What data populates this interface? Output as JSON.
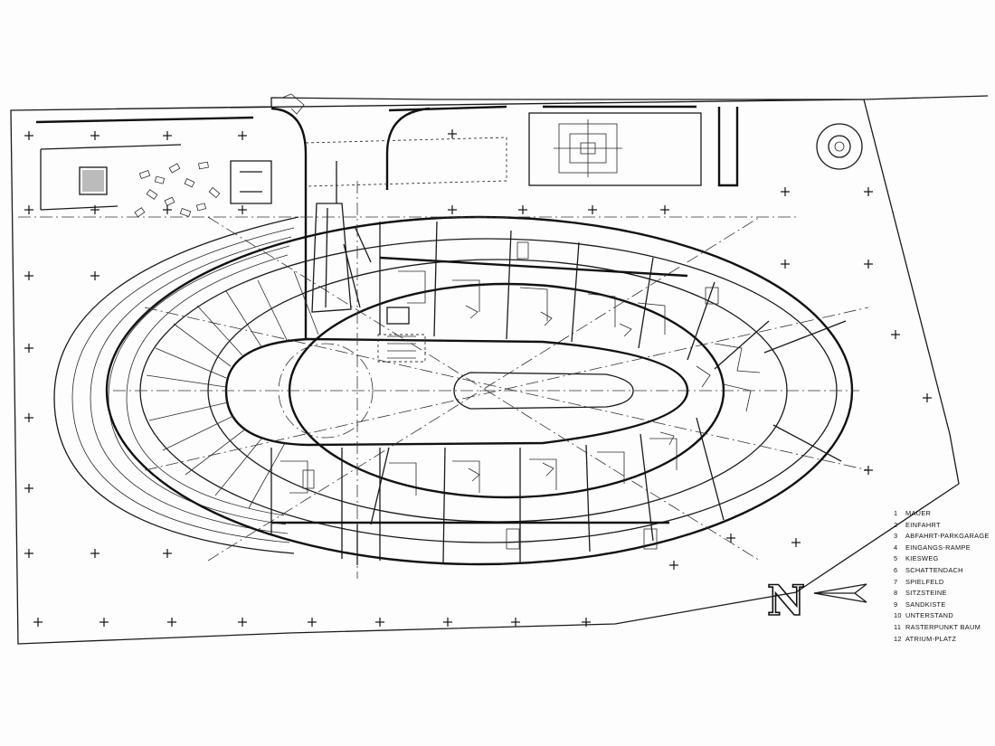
{
  "north_label": "N",
  "legend": [
    {
      "num": "1",
      "label": "MAUER"
    },
    {
      "num": "2",
      "label": "EINFAHRT"
    },
    {
      "num": "3",
      "label": "ABFAHRT-PARKGARAGE"
    },
    {
      "num": "4",
      "label": "EINGANGS-RAMPE"
    },
    {
      "num": "5",
      "label": "KIESWEG"
    },
    {
      "num": "6",
      "label": "SCHATTENDACH"
    },
    {
      "num": "7",
      "label": "SPIELFELD"
    },
    {
      "num": "8",
      "label": "SITZSTEINE"
    },
    {
      "num": "9",
      "label": "SANDKISTE"
    },
    {
      "num": "10",
      "label": "UNTERSTAND"
    },
    {
      "num": "11",
      "label": "RASTERPUNKT BAUM"
    },
    {
      "num": "12",
      "label": "ATRIUM-PLATZ"
    }
  ],
  "colors": {
    "ink": "#1a1a1a",
    "paper": "#fdfdfd"
  }
}
